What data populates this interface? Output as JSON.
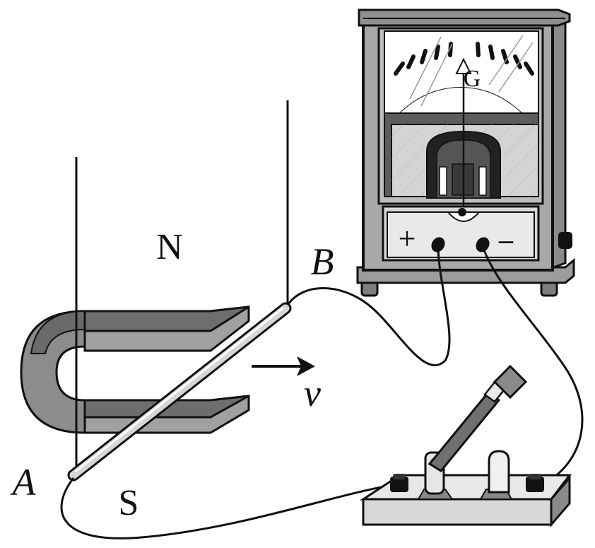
{
  "labels": {
    "north_pole": "N",
    "south_pole": "S",
    "rod_end_a": "A",
    "rod_end_b": "B",
    "velocity": "v",
    "galvanometer": "G",
    "terminal_plus": "+",
    "terminal_minus": "–"
  },
  "colors": {
    "stroke": "#111111",
    "magnet_dark": "#6f6f6f",
    "magnet_mid": "#9a9a9a",
    "panel_gray": "#cfcfcf",
    "dial_white": "#ffffff",
    "case_gray": "#a9a9a9"
  }
}
